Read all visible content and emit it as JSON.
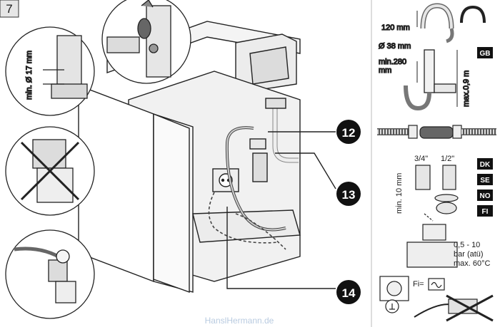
{
  "step_number": "7",
  "callouts": [
    "12",
    "13",
    "14"
  ],
  "labels": {
    "min_17": "min. Ø 17 mm",
    "hose_120": "120 mm",
    "dia_38": "Ø 38 mm",
    "min_280": "min.280",
    "min_280_unit": "mm",
    "max_09": "max.0,9 m",
    "thread_34": "3/4\"",
    "thread_12": "1/2\"",
    "min_10": "min. 10 mm",
    "pressure_1": "0,5 - 10",
    "pressure_2": "bar (atü)",
    "pressure_3": "max. 60°C",
    "fi": "Fi="
  },
  "country_codes": [
    "GB",
    "DK",
    "SE",
    "NO",
    "FI"
  ],
  "watermark": "HanslHermann.de"
}
